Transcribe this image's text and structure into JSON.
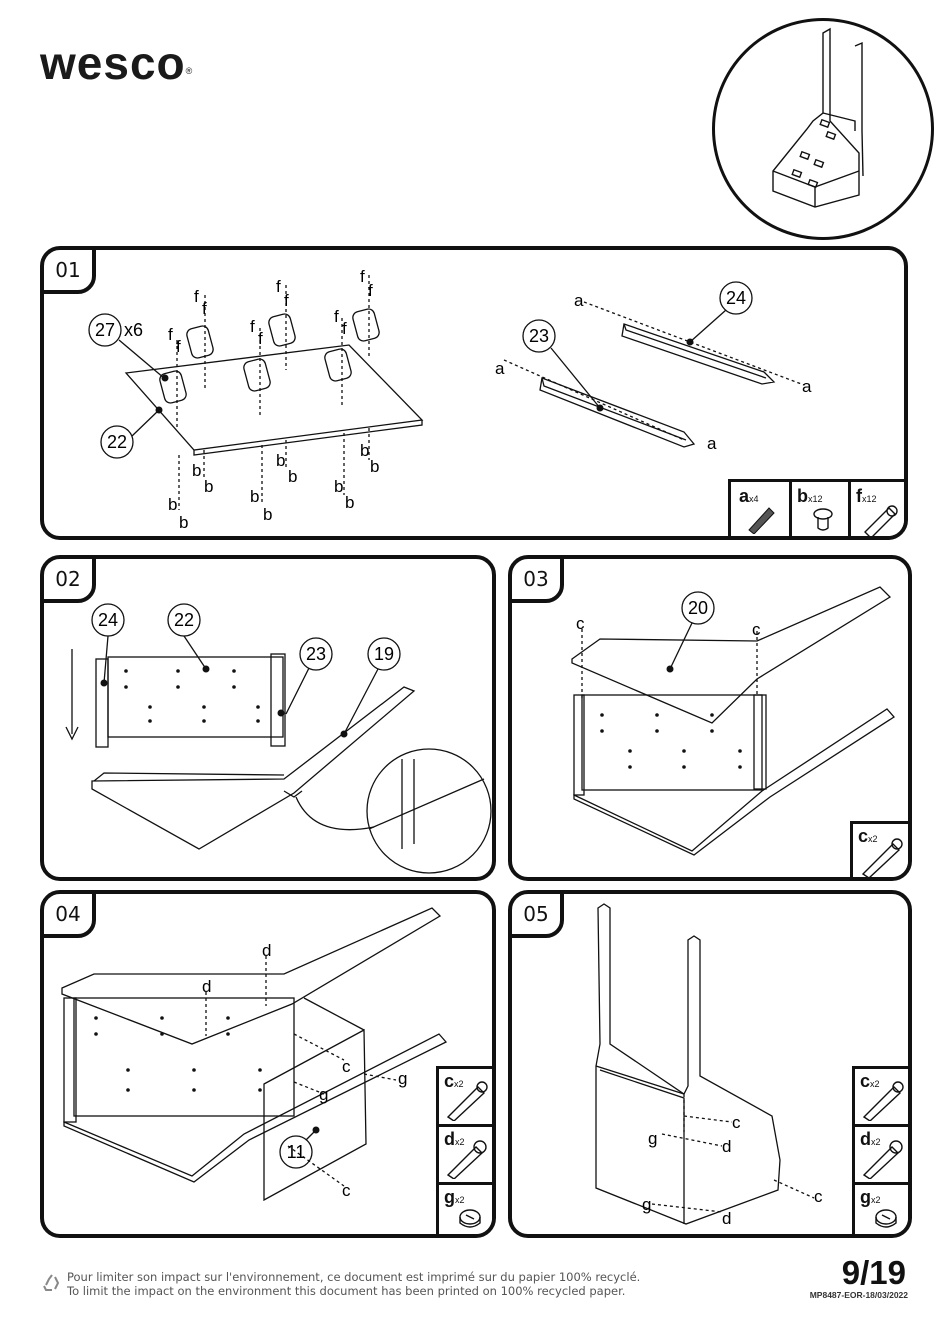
{
  "brand": {
    "logo_text": "wesco",
    "registered": "®"
  },
  "steps": [
    {
      "number": "01",
      "labels": {
        "c27": "27",
        "c27_qty": "x6",
        "c22": "22",
        "c23": "23",
        "c24": "24",
        "a": "a",
        "b": "b",
        "f": "f"
      }
    },
    {
      "number": "02",
      "labels": {
        "c24": "24",
        "c22": "22",
        "c23": "23",
        "c19": "19"
      }
    },
    {
      "number": "03",
      "labels": {
        "c20": "20",
        "c": "c"
      }
    },
    {
      "number": "04",
      "labels": {
        "c11": "11",
        "c": "c",
        "d": "d",
        "g": "g"
      }
    },
    {
      "number": "05",
      "labels": {
        "c": "c",
        "d": "d",
        "g": "g"
      }
    }
  ],
  "hardware": {
    "step01": [
      {
        "letter": "a",
        "qty": "x4"
      },
      {
        "letter": "b",
        "qty": "x12"
      },
      {
        "letter": "f",
        "qty": "x12"
      }
    ],
    "step03": [
      {
        "letter": "c",
        "qty": "x2"
      }
    ],
    "step04": [
      {
        "letter": "c",
        "qty": "x2"
      },
      {
        "letter": "d",
        "qty": "x2"
      },
      {
        "letter": "g",
        "qty": "x2"
      }
    ],
    "step05": [
      {
        "letter": "c",
        "qty": "x2"
      },
      {
        "letter": "d",
        "qty": "x2"
      },
      {
        "letter": "g",
        "qty": "x2"
      }
    ]
  },
  "footer": {
    "line_fr": "Pour  limiter son impact sur l'environnement, ce document est imprimé sur du papier 100% recyclé.",
    "line_en": "To limit the impact on the environment this document has been printed on 100% recycled paper.",
    "page": "9/19",
    "reference": "MP8487-EOR-18/03/2022"
  },
  "colors": {
    "ink": "#111111",
    "background": "#ffffff",
    "footer_text": "#555555"
  },
  "icons": [
    "recycle-icon",
    "threaded-rod-icon",
    "barrel-nut-icon",
    "dowel-icon",
    "cam-bolt-icon",
    "cam-lock-icon"
  ]
}
